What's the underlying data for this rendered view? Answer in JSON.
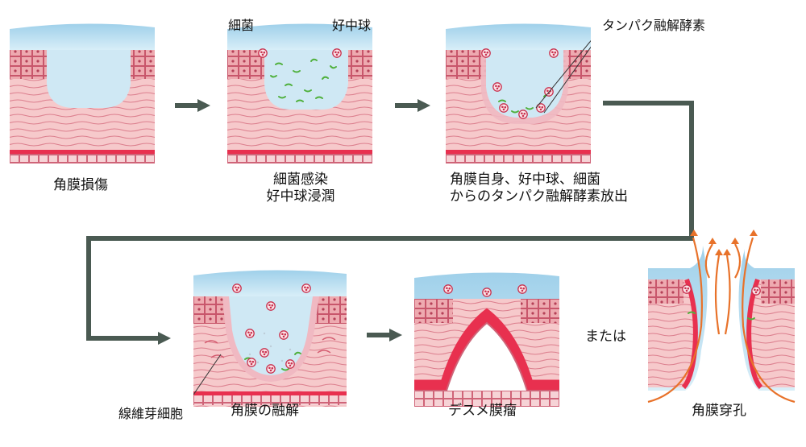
{
  "steps": [
    {
      "caption": "角膜損傷"
    },
    {
      "caption_line1": "細菌感染",
      "caption_line2": "好中球浸潤",
      "label_bacteria": "細菌",
      "label_neutrophil": "好中球"
    },
    {
      "caption_line1": "角膜自身、好中球、細菌",
      "caption_line2": "からのタンパク融解酵素放出",
      "label_enzyme": "タンパク融解酵素"
    },
    {
      "caption": "角膜の融解",
      "label_fibroblast": "線維芽細胞"
    },
    {
      "caption": "デスメ膜瘤"
    },
    {
      "caption": "角膜穿孔"
    }
  ],
  "or_text": "または",
  "colors": {
    "tear": "#bfe0f0",
    "stroma": "#f4c3c5",
    "line": "#d96f82",
    "epithelium": "#e9a3a9",
    "descemet": "#e8304f",
    "arrow": "#4a5a52",
    "flow": "#e8722a",
    "bacteria": "#4fb03c"
  }
}
